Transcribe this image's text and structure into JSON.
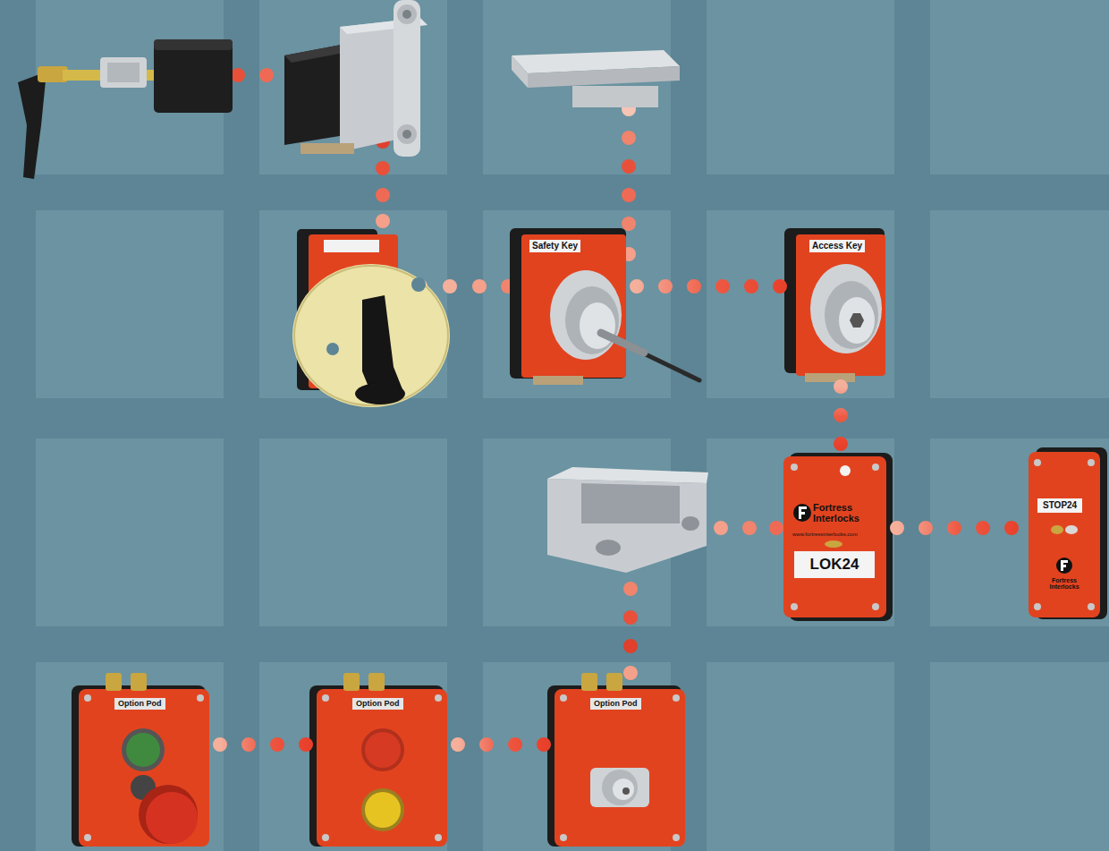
{
  "diagram": {
    "nodes": [
      {
        "text": [
          "Safety Key"
        ]
      },
      {
        "text": [
          "Access Key"
        ]
      },
      {
        "text": [
          "Fortress Interlocks",
          "www.fortressinterlocks.com",
          "LOK24"
        ]
      },
      {
        "text": [
          "STOP24",
          "Fortress Interlocks"
        ]
      },
      {
        "text": [
          "Option Pod"
        ]
      },
      {
        "text": [
          "Option Pod"
        ]
      },
      {
        "text": [
          "Option Pod"
        ]
      }
    ],
    "edges": [
      {
        "from": 0,
        "to": 1,
        "arrow": "none"
      },
      {
        "from": 1,
        "to": 2,
        "arrow": "none"
      },
      {
        "from": 2,
        "to": 3,
        "arrow": "none"
      },
      {
        "from": 4,
        "to": 5,
        "arrow": "none"
      },
      {
        "from": 5,
        "to": 6,
        "arrow": "none"
      }
    ]
  }
}
